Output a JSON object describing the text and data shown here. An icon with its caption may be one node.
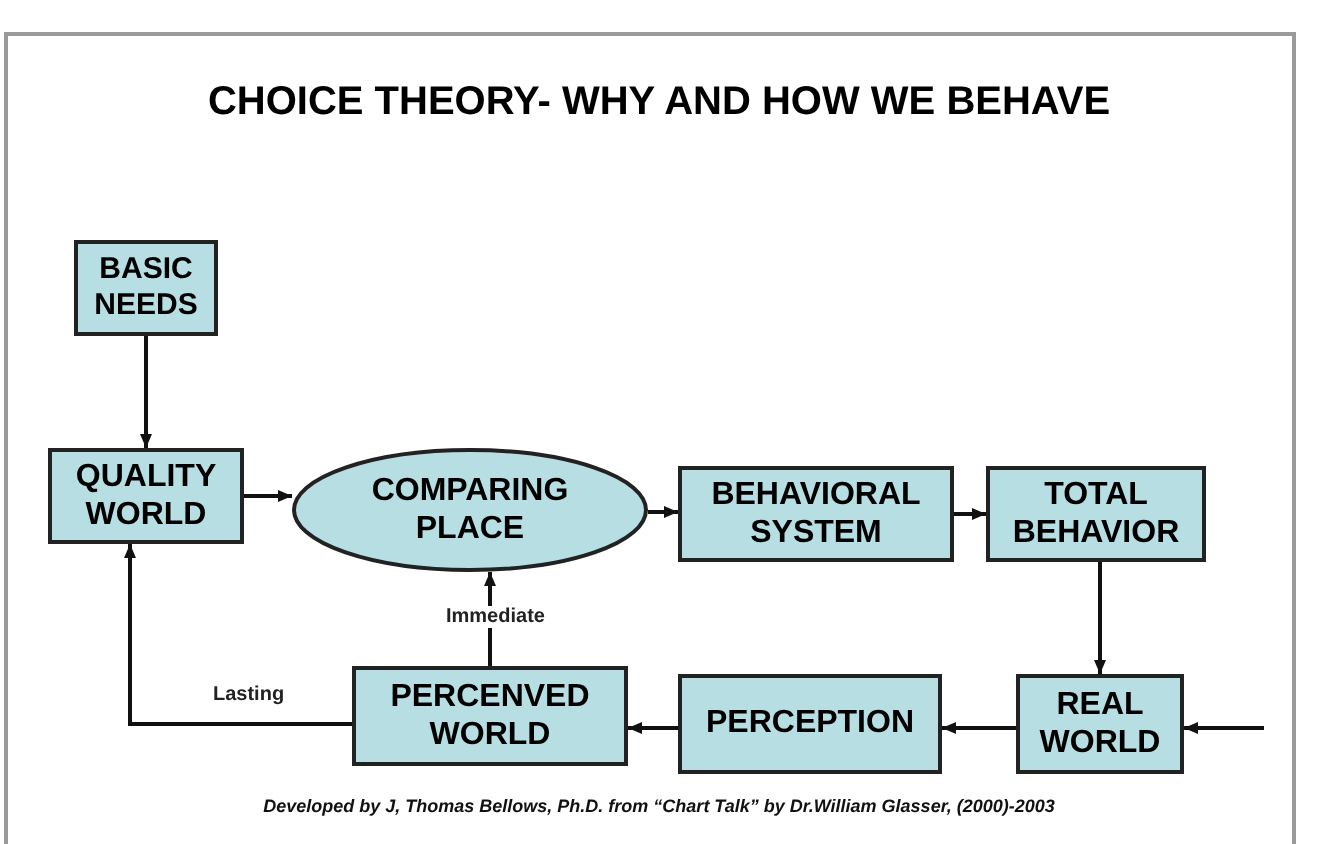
{
  "diagram": {
    "title": "CHOICE THEORY- WHY AND HOW WE BEHAVE",
    "caption": "Developed by J, Thomas Bellows, Ph.D. from “Chart Talk” by Dr.William Glasser, (2000)-2003",
    "nodes": [
      {
        "text": [
          "BASIC NEEDS"
        ]
      },
      {
        "text": [
          "QUALITY WORLD"
        ]
      },
      {
        "text": [
          "COMPARING PLACE"
        ]
      },
      {
        "text": [
          "BEHAVIORAL SYSTEM"
        ]
      },
      {
        "text": [
          "TOTAL BEHAVIOR"
        ]
      },
      {
        "text": [
          "REAL WORLD"
        ]
      },
      {
        "text": [
          "PERCEPTION"
        ]
      },
      {
        "text": [
          "PERCENVED WORLD"
        ]
      }
    ],
    "edges": [
      {
        "from": 0,
        "to": 1,
        "arrow": "to"
      },
      {
        "from": 1,
        "to": 2,
        "arrow": "to"
      },
      {
        "from": 2,
        "to": 3,
        "arrow": "to"
      },
      {
        "from": 3,
        "to": 4,
        "arrow": "to"
      },
      {
        "from": 4,
        "to": 5,
        "arrow": "to"
      },
      {
        "from": null,
        "to": 5,
        "arrow": "to"
      },
      {
        "from": 5,
        "to": 6,
        "arrow": "to"
      },
      {
        "from": 6,
        "to": 7,
        "arrow": "to"
      },
      {
        "from": 7,
        "to": 2,
        "arrow": "to",
        "label": "Immediate"
      },
      {
        "from": 7,
        "to": 1,
        "arrow": "to",
        "label": "Lasting"
      }
    ]
  }
}
